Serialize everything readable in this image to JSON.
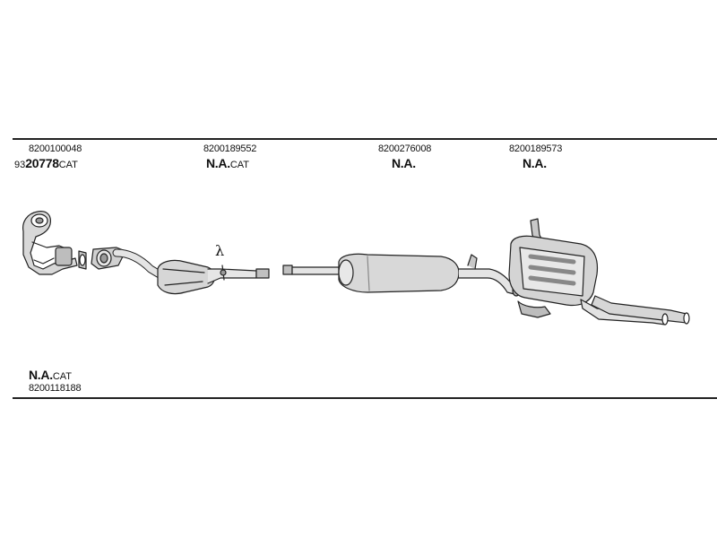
{
  "parts": [
    {
      "part_number": "8200100048",
      "code_prefix": "93",
      "code_main": "20778",
      "code_suffix": "CAT"
    },
    {
      "part_number": "8200189552",
      "code_prefix": "",
      "code_main": "N.A.",
      "code_suffix": "CAT"
    },
    {
      "part_number": "8200276008",
      "code_prefix": "",
      "code_main": "N.A.",
      "code_suffix": ""
    },
    {
      "part_number": "8200189573",
      "code_prefix": "",
      "code_main": "N.A.",
      "code_suffix": ""
    }
  ],
  "bottom_part": {
    "code_main": "N.A.",
    "code_suffix": "CAT",
    "part_number": "8200118188"
  },
  "lambda_symbol": "λ",
  "colors": {
    "line": "#222222",
    "fill_light": "#e6e6e6",
    "fill_mid": "#c8c8c8",
    "fill_dark": "#9a9a9a"
  }
}
